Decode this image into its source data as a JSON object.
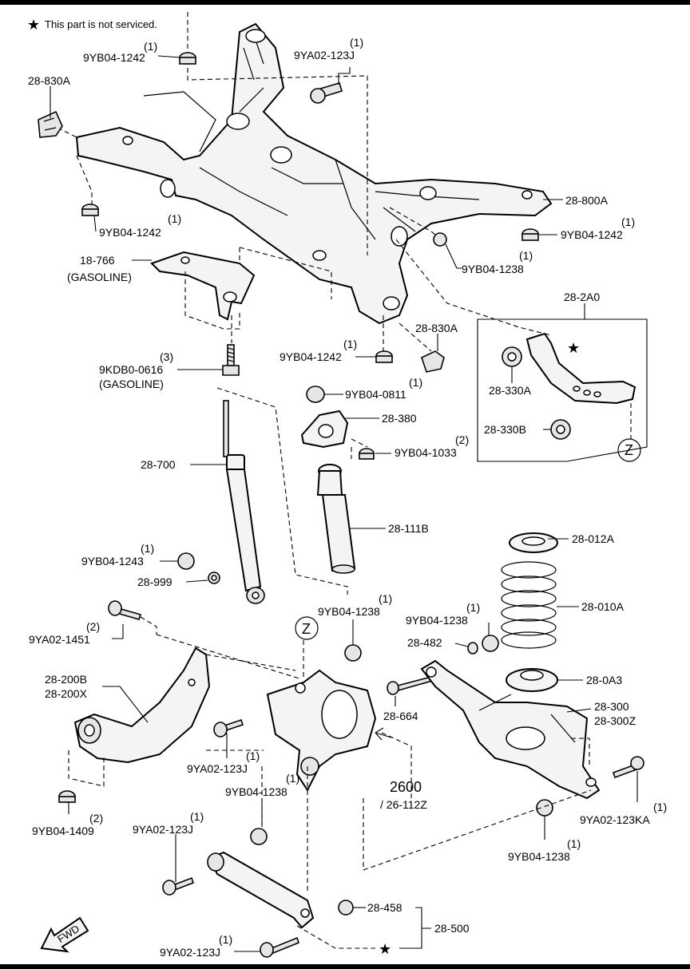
{
  "notice": {
    "star": "★",
    "text": "This part is not serviced."
  },
  "labels": {
    "p_9yb04_1242_a": "9YB04-1242",
    "p_9yb04_1242_a_qty": "(1)",
    "p_9ya02_123j_a": "9YA02-123J",
    "p_9ya02_123j_a_qty": "(1)",
    "p_28_830a_left": "28-830A",
    "p_28_800a": "28-800A",
    "p_9yb04_1242_b": "9YB04-1242",
    "p_9yb04_1242_b_qty": "(1)",
    "p_9yb04_1242_c": "9YB04-1242",
    "p_9yb04_1242_c_qty": "(1)",
    "p_9yb04_1238_a": "9YB04-1238",
    "p_9yb04_1238_a_qty": "(1)",
    "p_18_766": "18-766",
    "p_18_766_note": "(GASOLINE)",
    "p_28_2a0": "28-2A0",
    "p_28_830a_right": "28-830A",
    "p_9yb04_1242_d": "9YB04-1242",
    "p_9yb04_1242_d_qty": "(1)",
    "p_9kdb0_0616": "9KDB0-0616",
    "p_9kdb0_0616_qty": "(3)",
    "p_9kdb0_0616_note": "(GASOLINE)",
    "p_9yb04_0811": "9YB04-0811",
    "p_9yb04_0811_qty": "(1)",
    "p_28_330a": "28-330A",
    "p_28_380": "28-380",
    "p_28_330b": "28-330B",
    "p_9yb04_1033": "9YB04-1033",
    "p_9yb04_1033_qty": "(2)",
    "p_z_right": "Z",
    "p_28_700": "28-700",
    "p_28_111b": "28-111B",
    "p_28_012a": "28-012A",
    "p_9yb04_1243": "9YB04-1243",
    "p_9yb04_1243_qty": "(1)",
    "p_28_999": "28-999",
    "p_28_010a": "28-010A",
    "p_9yb04_1238_b": "9YB04-1238",
    "p_9yb04_1238_b_qty": "(1)",
    "p_9ya02_1451": "9YA02-1451",
    "p_9ya02_1451_qty": "(2)",
    "p_z_left": "Z",
    "p_9yb04_1238_c": "9YB04-1238",
    "p_9yb04_1238_c_qty": "(1)",
    "p_28_482": "28-482",
    "p_28_200b": "28-200B",
    "p_28_200x": "28-200X",
    "p_28_0a3": "28-0A3",
    "p_28_664": "28-664",
    "p_28_300": "28-300",
    "p_28_300z": "28-300Z",
    "p_9ya02_123j_b": "9YA02-123J",
    "p_9ya02_123j_b_qty": "(1)",
    "p_2600": "2600",
    "p_26_112z": "/ 26-112Z",
    "p_9yb04_1238_d": "9YB04-1238",
    "p_9yb04_1238_d_qty": "(1)",
    "p_9yb04_1409": "9YB04-1409",
    "p_9yb04_1409_qty": "(2)",
    "p_9ya02_123ka": "9YA02-123KA",
    "p_9ya02_123ka_qty": "(1)",
    "p_9ya02_123j_c": "9YA02-123J",
    "p_9ya02_123j_c_qty": "(1)",
    "p_9yb04_1238_e": "9YB04-1238",
    "p_9yb04_1238_e_qty": "(1)",
    "p_28_458": "28-458",
    "p_28_500": "28-500",
    "p_9ya02_123j_d": "9YA02-123J",
    "p_9ya02_123j_d_qty": "(1)",
    "fwd": "FWD",
    "star_mark": "★"
  }
}
